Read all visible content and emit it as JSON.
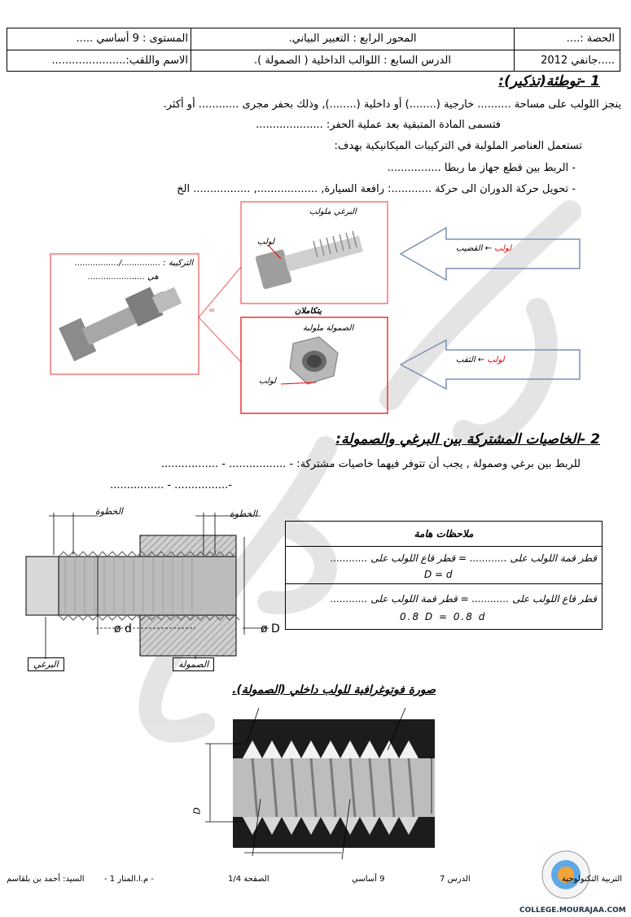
{
  "header": {
    "session": "الحصة :....",
    "axis": "المحور الرابع : التعبير البياني.",
    "level": "المستوى : 9 أساسي .....",
    "date": ".....جانفي 2012",
    "lesson": "الدرس السابع : اللوالب الداخلية ( الصمولة ).",
    "name": "الاسم واللقب:......................"
  },
  "section1": {
    "title": "1 -توطئة(تذكير):",
    "p1": "ينجز اللولب على مساحة .......... خارجية (........) أو داخلية (........), وذلك بحفر مجرى ............ أو أكثر.",
    "p2": "فتسمى المادة المتبقية بعد عملية الحفر: ....................",
    "p3": "تستعمل العناصر الملولبة في التركيبات الميكانيكية بهدف:",
    "b1": "-  الربط بين قطع جهاز ما ربطا ................",
    "b2": "- تحويل حركة الدوران الى حركة ............: رافعة السيارة, .................., ................. الخ"
  },
  "figure1": {
    "bolt_title": "البرغي  ملولب",
    "bolt_label": "لولب",
    "nut_title": "الصمولة  ملولبة",
    "nut_label": "لولب",
    "assembly_l1": "التركيبة : .............../.................",
    "assembly_l2": "هي ......................",
    "complement": "يتكاملان",
    "eq": "=",
    "arrow1_text": "القضيب",
    "arrow1_word": "لولب",
    "arrow2_text": "الثقب",
    "arrow2_word": "لولب"
  },
  "section2": {
    "title": "2 -الخاصيات المشتركة بين البرغي والصمولة:",
    "p1": "للربط بين برغي وصمولة , يجب أن تتوفر فيهما خاصيات مشتركة: - ................. - .................",
    "p2": "-................ - ................"
  },
  "figure2": {
    "pitch_left": "الخطوة",
    "pitch_right": "الخطوة",
    "d_small": "ø d",
    "d_big": "ø D",
    "bolt": "البرغي",
    "nut": "الصمولة"
  },
  "notes": {
    "title": "ملاحظات هامة",
    "n1a": "قطر قمة اللولب على ............ = قطر قاع اللولب على ............",
    "n1b": "D = d",
    "n2a": "قطر قاع اللولب على ............ = قطر قمة اللولب على ............",
    "n2b": "0.8 D = 0.8 d"
  },
  "photo": {
    "title": "صورة فوتوغرافية للولب داخلي (الصمولة).",
    "d_label": "D"
  },
  "footer": {
    "f1": "التربية التكنولوجية",
    "f2": "الدرس 7",
    "f3": "9 أساسي",
    "f4": "الصفحة 1/4",
    "f5": "- م.ا.المنار 1 -",
    "f6": "السيد: أحمد بن بلقاسم",
    "site": "COLLEGE.MOURAJAA.COM"
  }
}
